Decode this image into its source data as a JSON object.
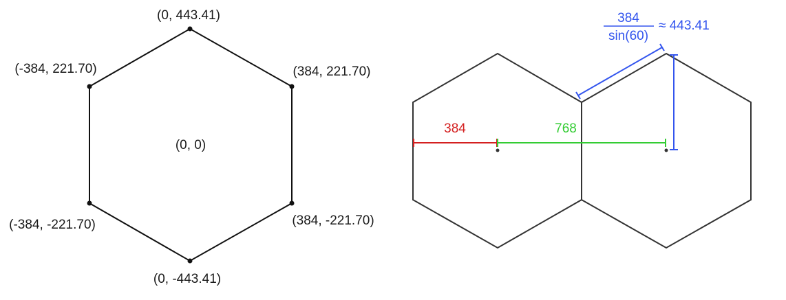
{
  "left_hexagon": {
    "center_label": "(0, 0)",
    "vertex_labels": {
      "top": "(0, 443.41)",
      "upper_left": "(-384, 221.70)",
      "upper_right": "(384, 221.70)",
      "lower_left": "(-384, -221.70)",
      "lower_right": "(384, -221.70)",
      "bottom": "(0, -443.41)"
    }
  },
  "right_diagram": {
    "red_label": "384",
    "green_label": "768",
    "blue_formula": {
      "numerator": "384",
      "denominator": "sin(60)",
      "result": "≈ 443.41"
    }
  },
  "colors": {
    "outline": "#333333",
    "red": "#d42020",
    "green": "#33cc33",
    "blue": "#3355ee"
  }
}
